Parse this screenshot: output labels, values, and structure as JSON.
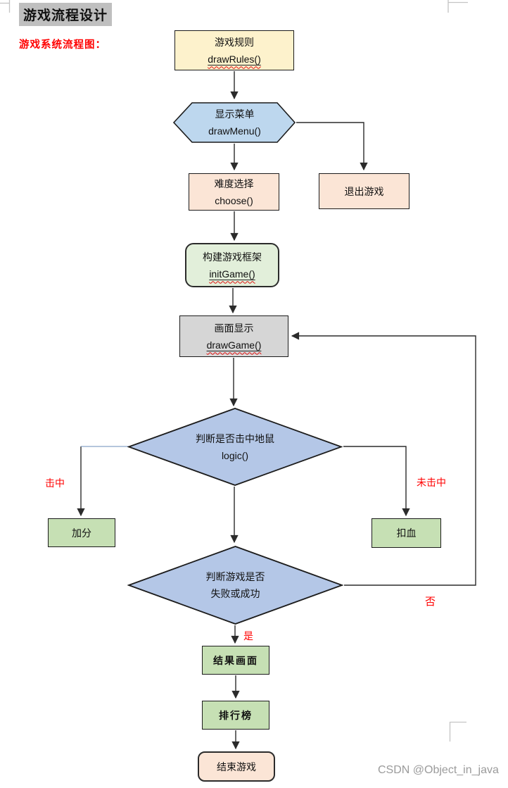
{
  "header": {
    "title": "游戏流程设计",
    "subtitle": "游戏系统流程图："
  },
  "nodes": {
    "rules": {
      "line1": "游戏规则",
      "line2": "drawRules()",
      "fill": "#FDF2CC"
    },
    "menu": {
      "line1": "显示菜单",
      "line2": "drawMenu()",
      "fill": "#BDD7EE"
    },
    "choose": {
      "line1": "难度选择",
      "line2": "choose()",
      "fill": "#FBE5D6"
    },
    "exit": {
      "label": "退出游戏",
      "fill": "#FBE5D6"
    },
    "init": {
      "line1": "构建游戏框架",
      "line2": "initGame()",
      "fill": "#E2EFDA"
    },
    "draw_game": {
      "line1": "画面显示",
      "line2": "drawGame()",
      "fill": "#D6D6D6"
    },
    "hit_decision": {
      "line1": "判断是否击中地鼠",
      "line2": "logic()",
      "fill": "#B4C7E7"
    },
    "add_score": {
      "label": "加分",
      "fill": "#C6E0B4"
    },
    "lose_hp": {
      "label": "扣血",
      "fill": "#C6E0B4"
    },
    "end_decision": {
      "line1": "判断游戏是否",
      "line2": "失败或成功",
      "fill": "#B4C7E7"
    },
    "result": {
      "label": "结果画面",
      "fill": "#C6E0B4"
    },
    "ranking": {
      "label": "排行榜",
      "fill": "#C6E0B4"
    },
    "end": {
      "label": "结束游戏",
      "fill": "#FBE5D6"
    }
  },
  "edge_labels": {
    "hit": "击中",
    "miss": "未击中",
    "yes": "是",
    "no": "否"
  },
  "colors": {
    "label_red": "#FF0000",
    "title_highlight": "#BFBFBF",
    "line": "#2b2b2b"
  },
  "watermark": "CSDN @Object_in_java"
}
